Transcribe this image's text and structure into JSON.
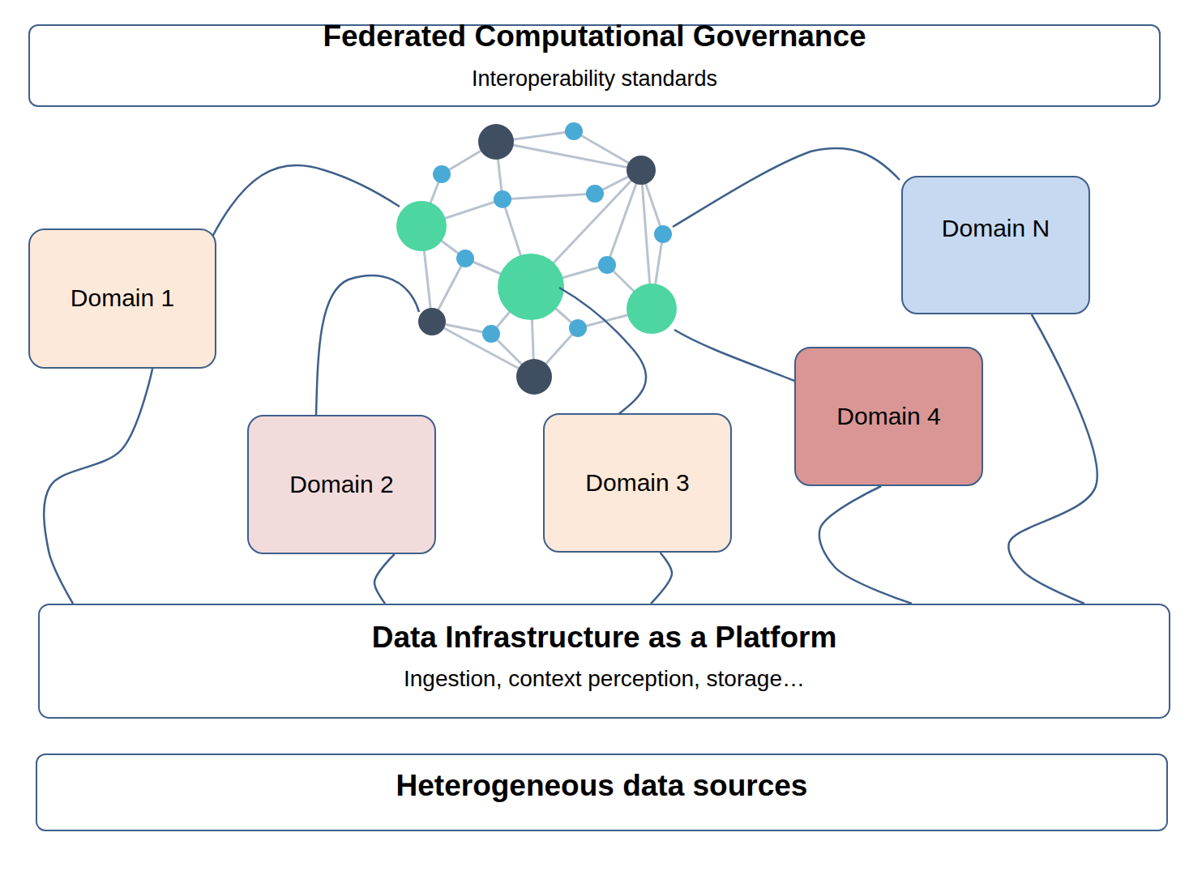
{
  "diagram": {
    "nodes": [
      {
        "text": [
          "Federated Computational Governance",
          "Interoperability standards"
        ]
      },
      {
        "text": [
          "Domain 1"
        ]
      },
      {
        "text": [
          "Domain 2"
        ]
      },
      {
        "text": [
          "Domain 3"
        ]
      },
      {
        "text": [
          "Domain 4"
        ]
      },
      {
        "text": [
          "Domain N"
        ]
      },
      {
        "text": [
          "Data Infrastructure as a Platform",
          "Ingestion, context perception, storage…"
        ]
      },
      {
        "text": [
          "Heterogeneous data sources"
        ]
      }
    ],
    "edges": [
      {
        "from": 1,
        "to": 6,
        "arrow": "none"
      },
      {
        "from": 2,
        "to": 6,
        "arrow": "none"
      },
      {
        "from": 3,
        "to": 6,
        "arrow": "none"
      },
      {
        "from": 4,
        "to": 6,
        "arrow": "none"
      },
      {
        "from": 5,
        "to": 6,
        "arrow": "none"
      }
    ]
  }
}
